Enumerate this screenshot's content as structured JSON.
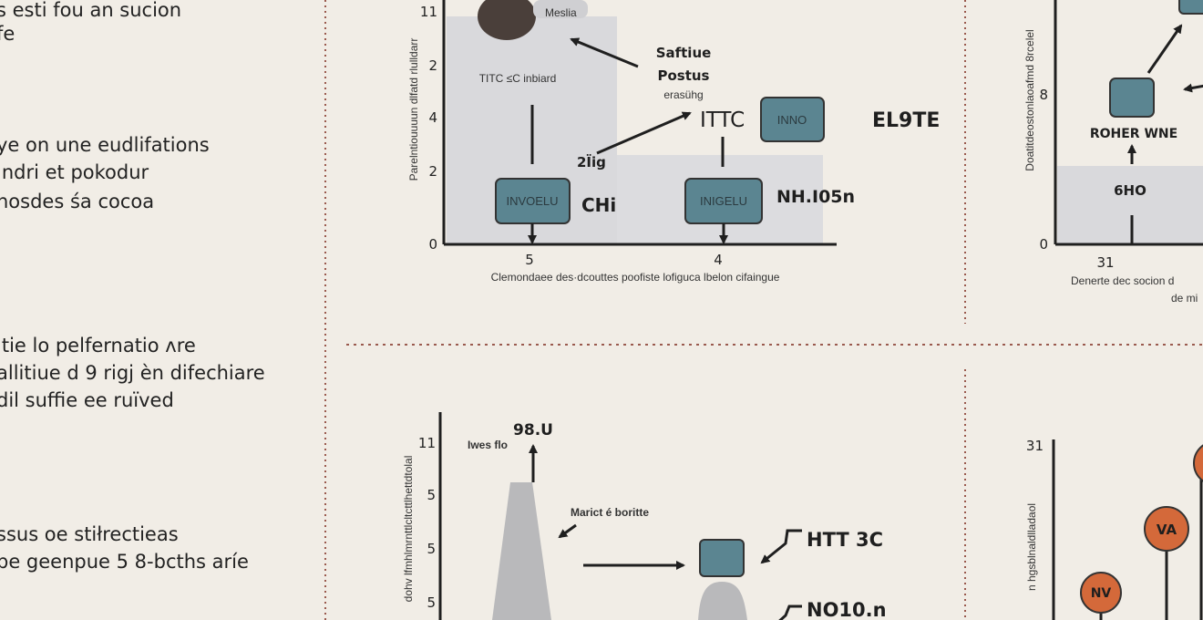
{
  "colors": {
    "background": "#f1ede6",
    "box_fill": "#5b8591",
    "panel_gray": "#d9d9dc",
    "circle_fill": "#d4693a",
    "divider": "#9a5a4e"
  },
  "left_text": {
    "block1": [
      "s esti fou an sucion",
      "fe"
    ],
    "block2": [
      "ye on une eudlifations",
      "indri et pokodur",
      "nosdes śa cocoa"
    ],
    "block3": [
      "itie lo pelfernatio ʌre",
      "allitiue d 9 rigj èn difechiare",
      "dil suffie ee ruïved"
    ],
    "block4": [
      "ssus oe stiłrectieas",
      "be geenpue 5 8-bcths aríe"
    ]
  },
  "panel_top_middle": {
    "y_ticks": [
      "11",
      "2",
      "4",
      "2",
      "0"
    ],
    "x_ticks": [
      "5",
      "4"
    ],
    "y_label": "Parelntiouuuun dlfatd rlulldarr",
    "x_label": "Clemondaee des·dcouttes poofiste lofiguca lbelon cifaingue",
    "image_label": "Meslia",
    "callout_lines": [
      "Saftiue",
      "Postus",
      "erasühg"
    ],
    "panel_label": "TITC ≤C inbiard",
    "box1": "INVOELU",
    "box1_side": "CHi",
    "mid_label": "2Ïig",
    "big_label": "ITTC",
    "box2": "INNO",
    "box2_side": "EL9TE",
    "box3": "INIGELU",
    "box3_side": "NH.I05n"
  },
  "panel_top_right": {
    "y_ticks": [
      "8",
      "0"
    ],
    "x_ticks": [
      "31"
    ],
    "y_label": "Doatitdeostonlaoafmd 8rcelel",
    "x_label_lines": [
      "Denerte dec socion d",
      "de mi"
    ],
    "bar_label": "6HO",
    "box_label": "ROHER WNE"
  },
  "panel_bottom_middle": {
    "y_ticks": [
      "11",
      "5",
      "5",
      "5"
    ],
    "y_label": "dohv lfmhlmrnttlcltcttlhettdtolal",
    "peak_value": "98.U",
    "peak_label": "Iwes flo",
    "slope_label": "Marict é boritte",
    "box_label": "HTT 3C",
    "lower_label": "NO10.n"
  },
  "panel_bottom_right": {
    "y_ticks": [
      "31"
    ],
    "y_label": "n hgsblnaldlladaol",
    "circles": [
      "NV",
      "VA"
    ]
  }
}
